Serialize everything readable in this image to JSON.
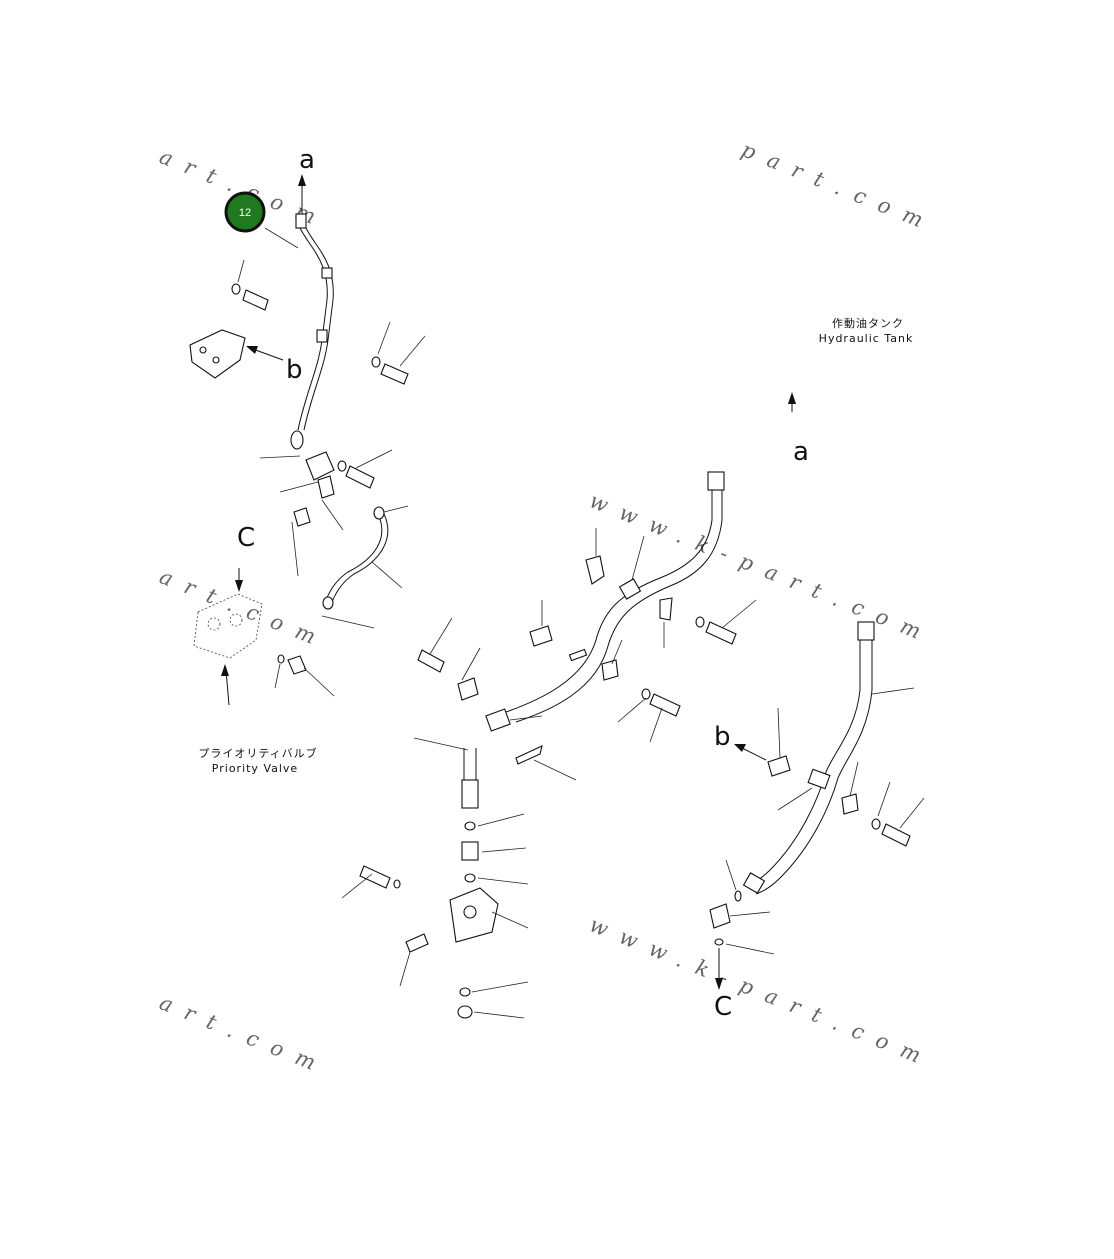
{
  "diagram": {
    "callout": {
      "label": "12",
      "fill": "#1f7a1f",
      "ring": "#111111"
    },
    "letters": {
      "a_top": "a",
      "a_right": "a",
      "b_left": "b",
      "b_right": "b",
      "c_left": "C",
      "c_bottom": "C"
    },
    "texts": {
      "tank_jp": "作動油タンク",
      "tank_en": "Hydraulic Tank",
      "valve_jp": "プライオリティバルブ",
      "valve_en": "Priority Valve"
    },
    "watermarks": {
      "wm_top_left": "art.com",
      "wm_top_right": "part.com",
      "wm_mid_left": "art.com",
      "wm_mid_right": "www.k-part.com",
      "wm_bottom_left": "art.com",
      "wm_bottom_right": "www.k-part.com"
    }
  }
}
